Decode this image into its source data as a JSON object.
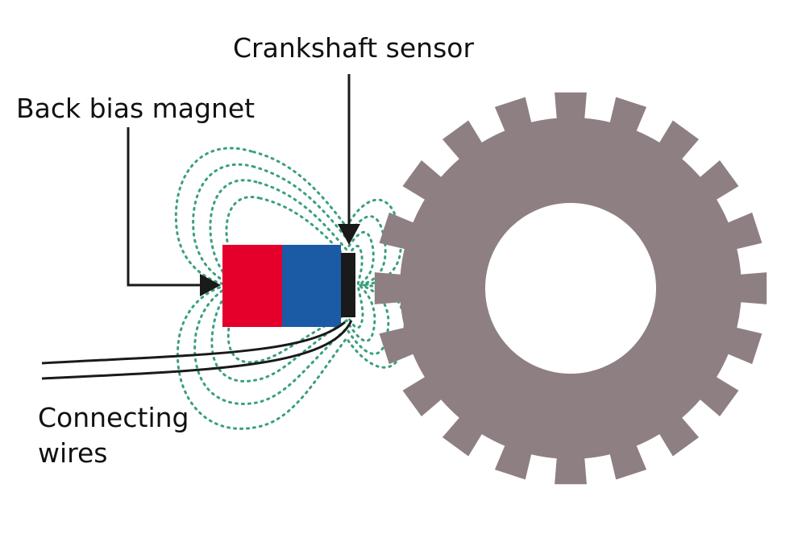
{
  "labels": {
    "crankshaft_sensor": "Crankshaft sensor",
    "back_bias_magnet": "Back bias magnet",
    "connecting_wires_line1": "Connecting",
    "connecting_wires_line2": "wires"
  },
  "colors": {
    "gear": "#8e7f83",
    "magnet_north": "#e4002b",
    "magnet_south": "#1b5ba6",
    "sensor": "#1a1a1a",
    "field_lines": "#3aa07c",
    "arrows": "#1a1a1a",
    "wires": "#1a1a1a",
    "background": "#ffffff"
  },
  "gear": {
    "teeth": 20
  }
}
